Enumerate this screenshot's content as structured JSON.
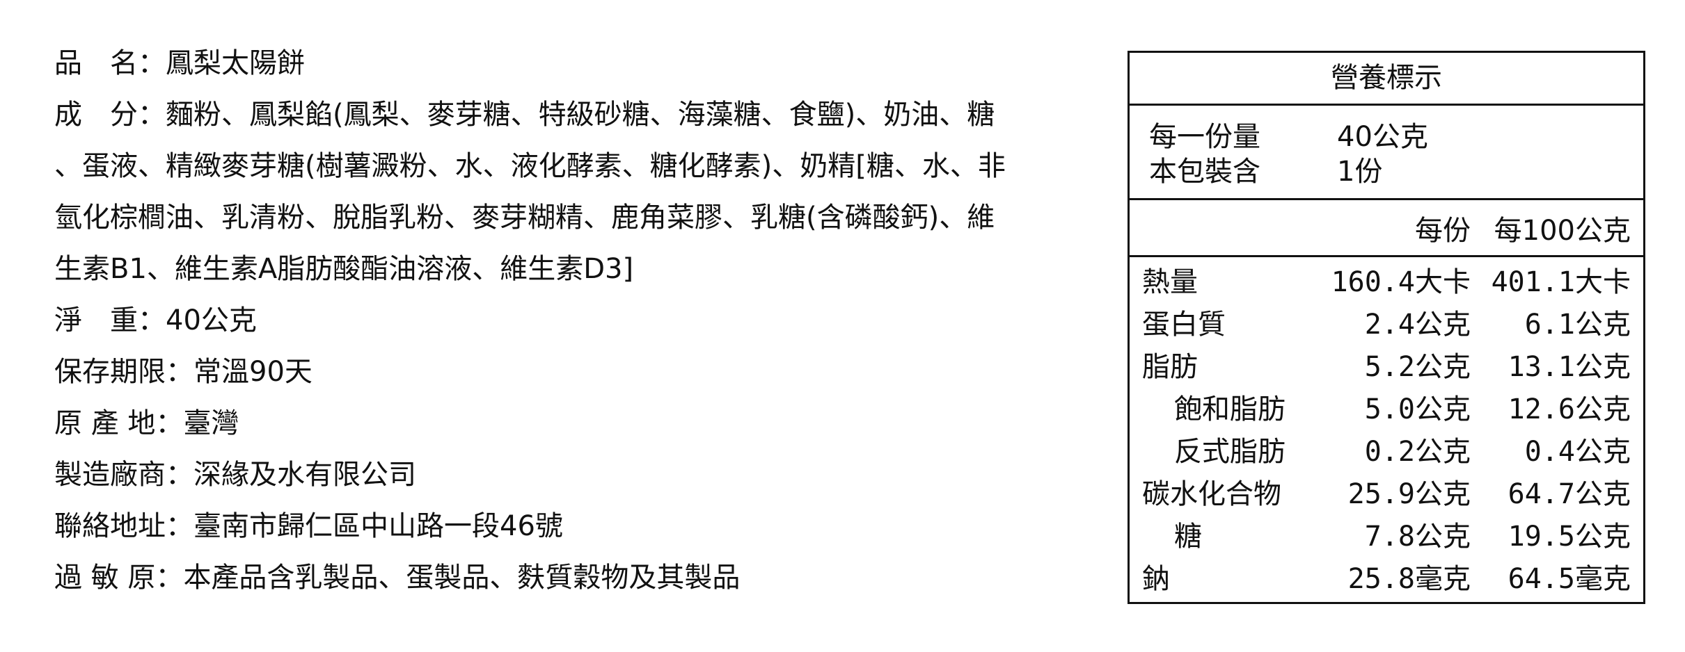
{
  "info": {
    "name_label": "品　名：",
    "name_value": "鳳梨太陽餅",
    "ingredients_label": "成　分：",
    "ingredients_line1": "麵粉、鳳梨餡(鳳梨、麥芽糖、特級砂糖、海藻糖、食鹽)、奶油、糖",
    "ingredients_line2": "、蛋液、精緻麥芽糖(樹薯澱粉、水、液化酵素、糖化酵素)、奶精[糖、水、非",
    "ingredients_line3": "氫化棕櫚油、乳清粉、脫脂乳粉、麥芽糊精、鹿角菜膠、乳糖(含磷酸鈣)、維",
    "ingredients_line4": "生素B1、維生素A脂肪酸酯油溶液、維生素D3]",
    "weight_label": "淨　重：",
    "weight_value": "40公克",
    "shelf_label": "保存期限：",
    "shelf_value": "常溫90天",
    "origin_label": "原 產 地：",
    "origin_value": "臺灣",
    "maker_label": "製造廠商：",
    "maker_value": "深緣及水有限公司",
    "address_label": "聯絡地址：",
    "address_value": "臺南市歸仁區中山路一段46號",
    "allergen_label": "過 敏 原：",
    "allergen_value": "本產品含乳製品、蛋製品、麩質穀物及其製品"
  },
  "nutrition": {
    "title": "營養標示",
    "serving_size_label": "每一份量",
    "serving_size_value": "40公克",
    "servings_label": "本包裝含",
    "servings_value": "1份",
    "col_per_serving": "每份",
    "col_per_100g": "每100公克",
    "rows": [
      {
        "name": "熱量",
        "per": "160.4大卡",
        "per100": "401.1大卡"
      },
      {
        "name": "蛋白質",
        "per": "2.4公克",
        "per100": "6.1公克"
      },
      {
        "name": "脂肪",
        "per": "5.2公克",
        "per100": "13.1公克"
      },
      {
        "name": "飽和脂肪",
        "per": "5.0公克",
        "per100": "12.6公克"
      },
      {
        "name": "反式脂肪",
        "per": "0.2公克",
        "per100": "0.4公克"
      },
      {
        "name": "碳水化合物",
        "per": "25.9公克",
        "per100": "64.7公克"
      },
      {
        "name": "糖",
        "per": "7.8公克",
        "per100": "19.5公克"
      },
      {
        "name": "鈉",
        "per": "25.8毫克",
        "per100": "64.5毫克"
      }
    ]
  }
}
